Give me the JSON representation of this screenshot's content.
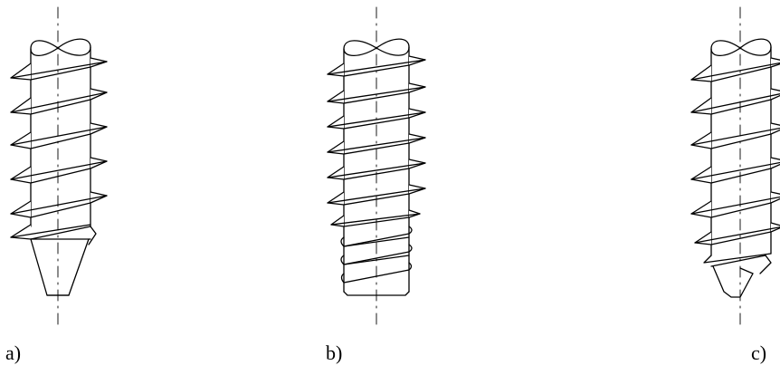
{
  "figure": {
    "labels": [
      "a)",
      "b)",
      "c)"
    ],
    "stroke_color": "#000000",
    "background": "#ffffff"
  }
}
